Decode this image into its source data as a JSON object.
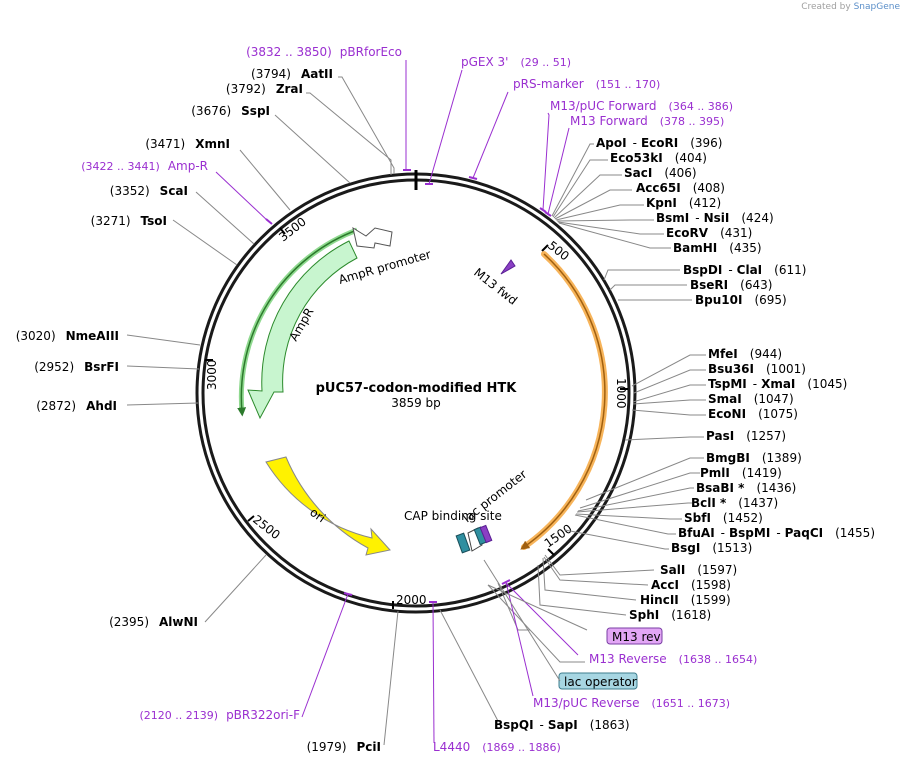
{
  "credit": {
    "prefix": "Created by",
    "brand": "SnapGene"
  },
  "plasmid": {
    "name": "pUC57-codon-modified HTK",
    "length_label": "3859 bp",
    "total_bp": 3859
  },
  "ticks": [
    "500",
    "1000",
    "1500",
    "2000",
    "2500",
    "3000",
    "3500"
  ],
  "features": {
    "ampr_promoter": "AmpR promoter",
    "ampr": "AmpR",
    "ori": "ori",
    "m13_fwd": "M13 fwd",
    "cap_site": "CAP binding site",
    "lac_promoter": "lac promoter"
  },
  "sites_right": [
    {
      "name": "ApoI",
      "sep": "-",
      "name2": "EcoRI",
      "pos": "(396)"
    },
    {
      "name": "Eco53kI",
      "pos": "(404)"
    },
    {
      "name": "SacI",
      "pos": "(406)"
    },
    {
      "name": "Acc65I",
      "pos": "(408)"
    },
    {
      "name": "KpnI",
      "pos": "(412)"
    },
    {
      "name": "BsmI",
      "sep": "-",
      "name2": "NsiI",
      "pos": "(424)"
    },
    {
      "name": "EcoRV",
      "pos": "(431)"
    },
    {
      "name": "BamHI",
      "pos": "(435)"
    },
    {
      "name": "BspDI",
      "sep": "-",
      "name2": "ClaI",
      "pos": "(611)"
    },
    {
      "name": "BseRI",
      "pos": "(643)"
    },
    {
      "name": "Bpu10I",
      "pos": "(695)"
    },
    {
      "name": "MfeI",
      "pos": "(944)"
    },
    {
      "name": "Bsu36I",
      "pos": "(1001)"
    },
    {
      "name": "TspMI",
      "sep": "-",
      "name2": "XmaI",
      "pos": "(1045)"
    },
    {
      "name": "SmaI",
      "pos": "(1047)"
    },
    {
      "name": "EcoNI",
      "pos": "(1075)"
    },
    {
      "name": "PasI",
      "pos": "(1257)"
    },
    {
      "name": "BmgBI",
      "pos": "(1389)"
    },
    {
      "name": "PmlI",
      "pos": "(1419)"
    },
    {
      "name": "BsaBI *",
      "pos": "(1436)"
    },
    {
      "name": "BclI *",
      "pos": "(1437)"
    },
    {
      "name": "SbfI",
      "pos": "(1452)"
    },
    {
      "name": "BfuAI",
      "sep": "-",
      "name2": "BspMI",
      "sep2": "-",
      "name3": "PaqCI",
      "pos": "(1455)"
    },
    {
      "name": "BsgI",
      "pos": "(1513)"
    },
    {
      "name": "SalI",
      "pos": "(1597)"
    },
    {
      "name": "AccI",
      "pos": "(1598)"
    },
    {
      "name": "HincII",
      "pos": "(1599)"
    },
    {
      "name": "SphI",
      "pos": "(1618)"
    }
  ],
  "sites_left": [
    {
      "name": "AatII",
      "pos": "(3794)"
    },
    {
      "name": "ZraI",
      "pos": "(3792)"
    },
    {
      "name": "SspI",
      "pos": "(3676)"
    },
    {
      "name": "XmnI",
      "pos": "(3471)"
    },
    {
      "name": "ScaI",
      "pos": "(3352)"
    },
    {
      "name": "TsoI",
      "pos": "(3271)"
    },
    {
      "name": "NmeAIII",
      "pos": "(3020)"
    },
    {
      "name": "BsrFI",
      "pos": "(2952)"
    },
    {
      "name": "AhdI",
      "pos": "(2872)"
    },
    {
      "name": "AlwNI",
      "pos": "(2395)"
    },
    {
      "name": "PciI",
      "pos": "(1979)"
    }
  ],
  "sites_bottom": [
    {
      "name": "BspQI",
      "sep": "-",
      "name2": "SapI",
      "pos": "(1863)"
    }
  ],
  "primers": [
    {
      "name": "pBRforEco",
      "range": "(3832 .. 3850)"
    },
    {
      "name": "pGEX 3'",
      "range": "(29 .. 51)"
    },
    {
      "name": "pRS-marker",
      "range": "(151 .. 170)"
    },
    {
      "name": "M13/pUC Forward",
      "range": "(364 .. 386)"
    },
    {
      "name": "M13 Forward",
      "range": "(378 .. 395)"
    },
    {
      "name": "Amp-R",
      "range": "(3422 .. 3441)"
    },
    {
      "name": "M13 Reverse",
      "range": "(1638 .. 1654)"
    },
    {
      "name": "M13/pUC Reverse",
      "range": "(1651 .. 1673)"
    },
    {
      "name": "pBR322ori-F",
      "range": "(2120 .. 2139)"
    },
    {
      "name": "L4440",
      "range": "(1869 .. 1886)"
    }
  ],
  "boxed": {
    "m13_rev": "M13 rev",
    "lac_operator": "lac operator"
  },
  "colors": {
    "backbone": "#1a1a1a",
    "primer": "#9a2fd0",
    "ampr_fill": "#c8f5cf",
    "ampr_edge": "#2c8a2c",
    "ori_fill": "#fff200",
    "insert_arc": "#f7b45a",
    "m13_box": "#e2a6f5",
    "lac_box": "#a7d6e2"
  }
}
